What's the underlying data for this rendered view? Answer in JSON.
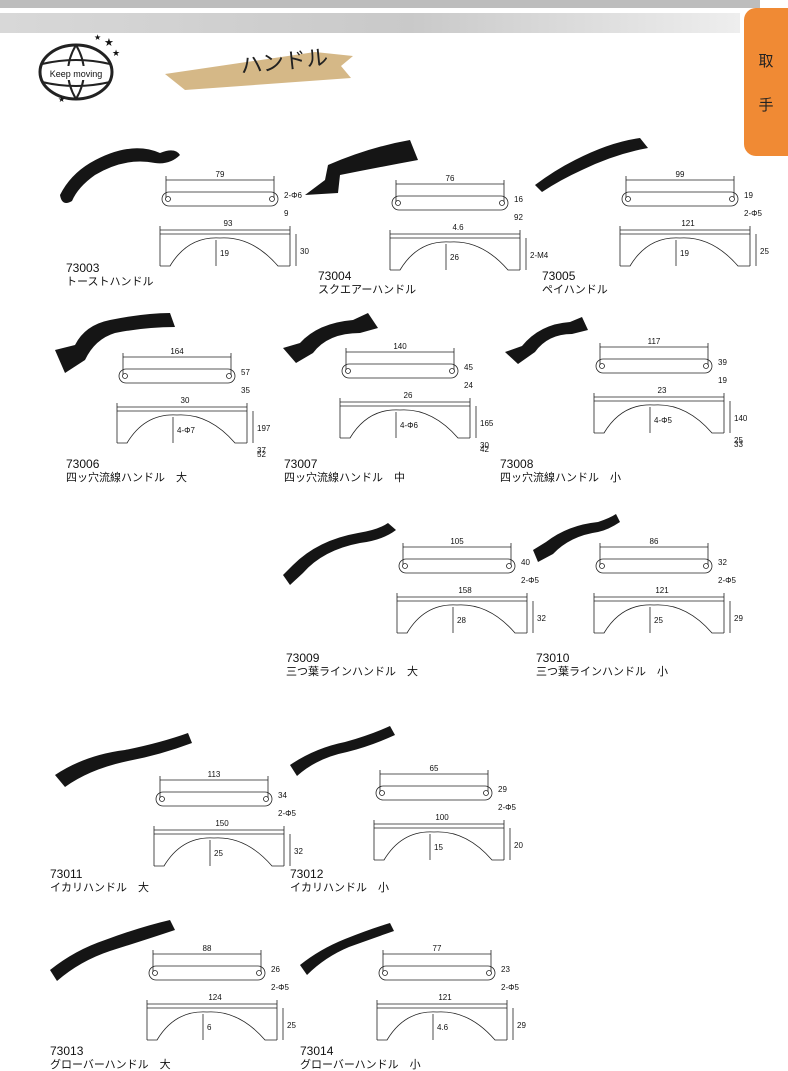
{
  "header": {
    "title": "ハンドル",
    "side_tab": [
      "取",
      "手"
    ],
    "logo_text": "Keep moving"
  },
  "products": [
    {
      "code": "73003",
      "name": "トーストハンドル",
      "dims": [
        "79",
        "2-Φ6",
        "9",
        "93",
        "19",
        "30"
      ]
    },
    {
      "code": "73004",
      "name": "スクエアーハンドル",
      "dims": [
        "76",
        "16",
        "92",
        "4.6",
        "26",
        "2-M4"
      ]
    },
    {
      "code": "73005",
      "name": "ペイハンドル",
      "dims": [
        "99",
        "19",
        "2-Φ5",
        "121",
        "19",
        "25"
      ]
    },
    {
      "code": "73006",
      "name": "四ッ穴流線ハンドル　大",
      "dims": [
        "164",
        "57",
        "35",
        "30",
        "4-Φ7",
        "197",
        "37",
        "52"
      ]
    },
    {
      "code": "73007",
      "name": "四ッ穴流線ハンドル　中",
      "dims": [
        "140",
        "45",
        "24",
        "26",
        "4-Φ6",
        "165",
        "30",
        "42"
      ]
    },
    {
      "code": "73008",
      "name": "四ッ穴流線ハンドル　小",
      "dims": [
        "117",
        "39",
        "19",
        "23",
        "4-Φ5",
        "140",
        "25",
        "33"
      ]
    },
    {
      "code": "73009",
      "name": "三つ葉ラインハンドル　大",
      "dims": [
        "105",
        "40",
        "2-Φ5",
        "158",
        "28",
        "32"
      ]
    },
    {
      "code": "73010",
      "name": "三つ葉ラインハンドル　小",
      "dims": [
        "86",
        "32",
        "2-Φ5",
        "121",
        "25",
        "29"
      ]
    },
    {
      "code": "73011",
      "name": "イカリハンドル　大",
      "dims": [
        "113",
        "34",
        "2-Φ5",
        "150",
        "25",
        "32"
      ]
    },
    {
      "code": "73012",
      "name": "イカリハンドル　小",
      "dims": [
        "65",
        "29",
        "2-Φ5",
        "100",
        "15",
        "20"
      ]
    },
    {
      "code": "73013",
      "name": "グローバーハンドル　大",
      "dims": [
        "88",
        "26",
        "2-Φ5",
        "124",
        "6",
        "25"
      ]
    },
    {
      "code": "73014",
      "name": "グローバーハンドル　小",
      "dims": [
        "77",
        "23",
        "2-Φ5",
        "121",
        "4.6",
        "29"
      ]
    }
  ]
}
